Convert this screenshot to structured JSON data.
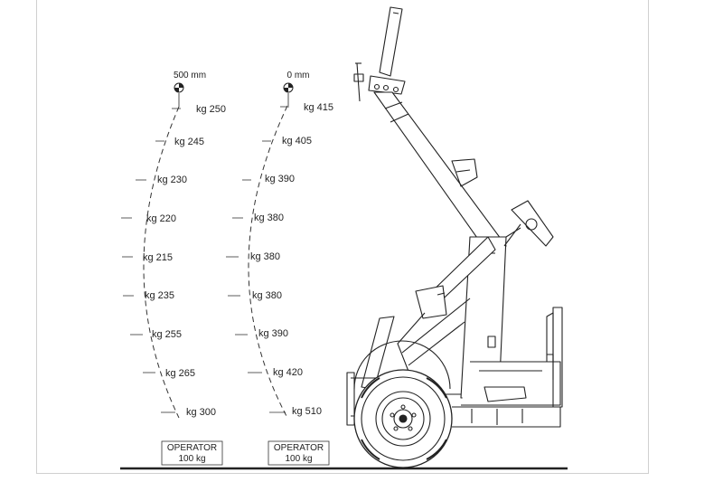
{
  "diagram": {
    "curves": [
      {
        "offset_label": "500 mm",
        "operator_box": [
          "OPERATOR",
          "100 kg"
        ],
        "loads": [
          "kg 250",
          "kg 245",
          "kg 230",
          "kg 220",
          "kg 215",
          "kg 235",
          "kg 255",
          "kg 265",
          "kg 300"
        ]
      },
      {
        "offset_label": "0 mm",
        "operator_box": [
          "OPERATOR",
          "100 kg"
        ],
        "loads": [
          "kg 415",
          "kg 405",
          "kg 390",
          "kg 380",
          "kg 380",
          "kg 380",
          "kg 390",
          "kg 420",
          "kg 510"
        ]
      }
    ]
  }
}
